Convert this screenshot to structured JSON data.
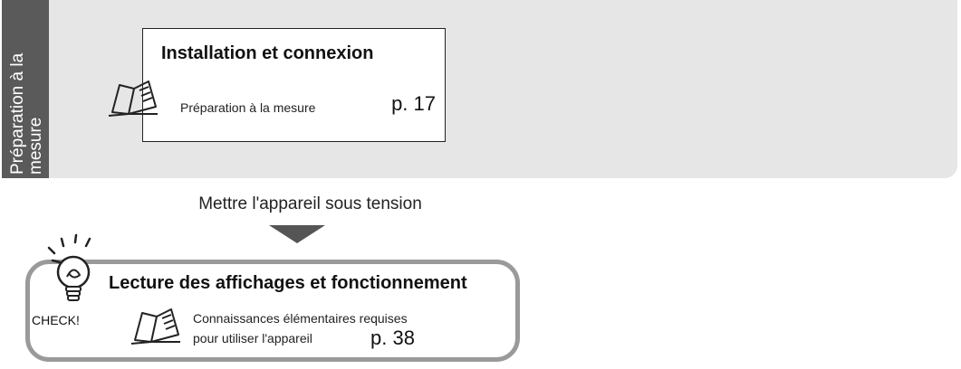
{
  "side_tab": {
    "label": "Préparation à la mesure"
  },
  "install_card": {
    "title": "Installation et connexion",
    "reference": "Préparation à la mesure",
    "page": "p. 17"
  },
  "step": {
    "label": "Mettre l'appareil sous tension"
  },
  "check_box": {
    "title": "Lecture des affichages et fonctionnement",
    "check_label": "CHECK!",
    "reference_line1": "Connaissances élémentaires requises",
    "reference_line2": "pour utiliser l'appareil",
    "page": "p. 38"
  },
  "colors": {
    "panel": "#e6e6e6",
    "side_tab": "#5a5a5a",
    "arrow": "#555555",
    "bubble_border": "#9a9a9a"
  },
  "icons": [
    "book-icon",
    "book-icon",
    "lightbulb-icon",
    "down-arrow-icon"
  ]
}
